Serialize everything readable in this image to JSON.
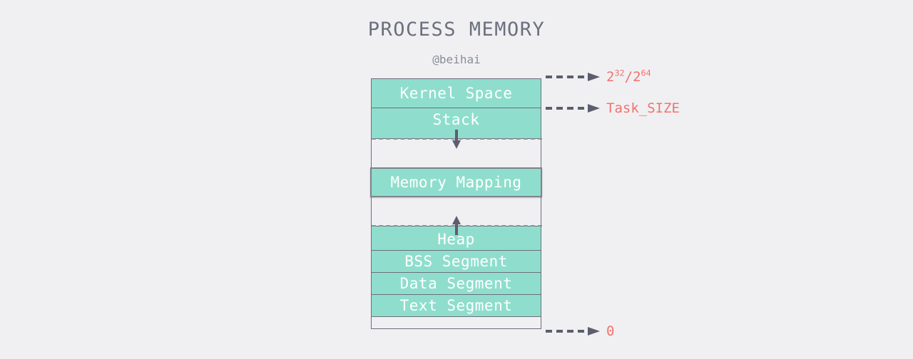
{
  "diagram": {
    "title": "PROCESS MEMORY",
    "subtitle": "@beihai",
    "colors": {
      "background": "#f0f0f2",
      "block_fill": "#8fdecd",
      "block_border": "#6b6e7b",
      "block_label": "#ffffff",
      "title": "#6c6f7e",
      "subtitle": "#8a8d99",
      "annotation": "#f2726f",
      "arrow": "#5b5e6e",
      "dashed_rule": "#8b8e9b"
    }
  },
  "memory_blocks": [
    {
      "id": "kernel-space",
      "label": "Kernel Space",
      "filled": true,
      "emphasis": false,
      "label_position": "center"
    },
    {
      "id": "stack",
      "label": "Stack",
      "filled": true,
      "emphasis": false,
      "label_position": "top"
    },
    {
      "id": "stack-gap",
      "label": "",
      "filled": false,
      "emphasis": false,
      "label_position": "center"
    },
    {
      "id": "memory-mapping",
      "label": "Memory Mapping",
      "filled": true,
      "emphasis": true,
      "label_position": "center"
    },
    {
      "id": "heap-gap",
      "label": "",
      "filled": false,
      "emphasis": false,
      "label_position": "center"
    },
    {
      "id": "heap",
      "label": "Heap",
      "filled": true,
      "emphasis": false,
      "label_position": "bottom"
    },
    {
      "id": "bss-segment",
      "label": "BSS Segment",
      "filled": true,
      "emphasis": false,
      "label_position": "center"
    },
    {
      "id": "data-segment",
      "label": "Data Segment",
      "filled": true,
      "emphasis": false,
      "label_position": "center"
    },
    {
      "id": "text-segment",
      "label": "Text Segment",
      "filled": true,
      "emphasis": false,
      "label_position": "center"
    },
    {
      "id": "reserved",
      "label": "",
      "filled": false,
      "emphasis": false,
      "label_position": "center"
    }
  ],
  "growth_arrows": [
    {
      "id": "stack-growth",
      "direction": "down",
      "description": "stack-grows-downward"
    },
    {
      "id": "heap-growth",
      "direction": "up",
      "description": "heap-grows-upward"
    }
  ],
  "address_annotations": [
    {
      "id": "top-address",
      "base": "2",
      "exponent_1": "32",
      "separator": "/",
      "base_2": "2",
      "exponent_2": "64",
      "plain": "2^32/2^64"
    },
    {
      "id": "task-size",
      "text": "Task_SIZE"
    },
    {
      "id": "bottom-address",
      "text": "0"
    }
  ]
}
